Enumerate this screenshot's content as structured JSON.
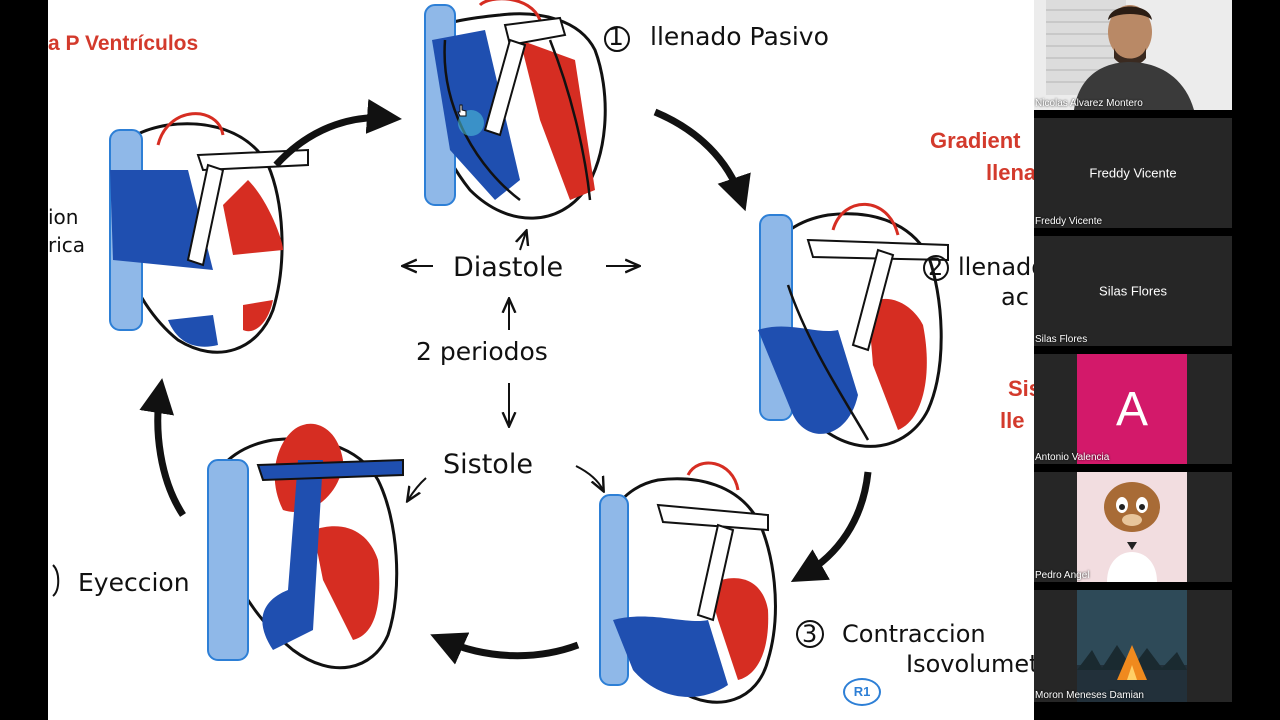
{
  "slide": {
    "title": "a P Ventrículos",
    "right_title_1": "Gradient",
    "right_title_2": "llena",
    "right_title_3": "Sis",
    "right_title_4": "lle",
    "diastole": "Diastole",
    "periodos": "2 periodos",
    "sistole": "Sistole",
    "step1_num": "1",
    "step1_label": "llenado Pasivo",
    "step2_num": "2",
    "step2_label": "llenado",
    "step2_label_b": "ac",
    "step3_num": "3",
    "step3_label": "Contraccion",
    "step3_label_b": "Isovolumet",
    "step4_label": "Eyeccion",
    "step5_label_a": "ion",
    "step5_label_b": "rica",
    "r1_badge": "R1"
  },
  "participants": [
    {
      "name": "Nicolas Alvarez Montero",
      "video": "camera"
    },
    {
      "name": "Freddy Vicente",
      "center": "Freddy Vicente"
    },
    {
      "name": "Silas Flores",
      "center": "Silas Flores"
    },
    {
      "name": "Antonio Valencia",
      "initial": "A",
      "color": "#d3196a"
    },
    {
      "name": "Pedro Angel",
      "video": "chipmunk"
    },
    {
      "name": "Moron Meneses Damian",
      "video": "camping"
    }
  ],
  "colors": {
    "blood_blue": "#1f4fb0",
    "blood_red": "#d62d22",
    "title_red": "#d33a2c",
    "badge_blue": "#2d7fd6"
  }
}
